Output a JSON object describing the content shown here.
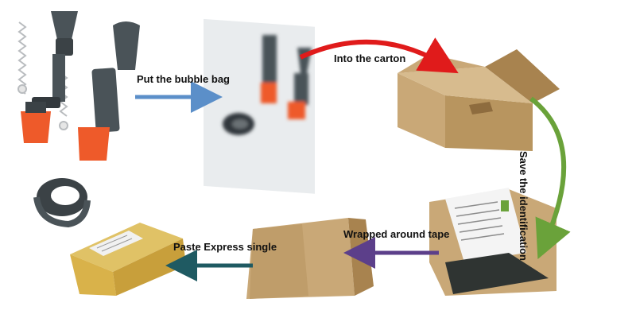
{
  "steps": {
    "bubble": "Put the bubble bag",
    "carton": "Into the carton",
    "save": "Save the identification",
    "tape": "Wrapped around tape",
    "paste": "Paste Express single"
  },
  "colors": {
    "arrow_blue": "#5b8fc9",
    "arrow_red": "#e01b1b",
    "arrow_green": "#6aa23a",
    "arrow_purple": "#5c3f8a",
    "arrow_teal": "#1f5a62",
    "rubber_gray": "#4a5358",
    "rubber_dark": "#33393d",
    "orange_cap": "#ee5a2a",
    "cardboard": "#c9a877",
    "cardboard_dark": "#a8834f",
    "tape_yellow": "#d9b24a"
  }
}
